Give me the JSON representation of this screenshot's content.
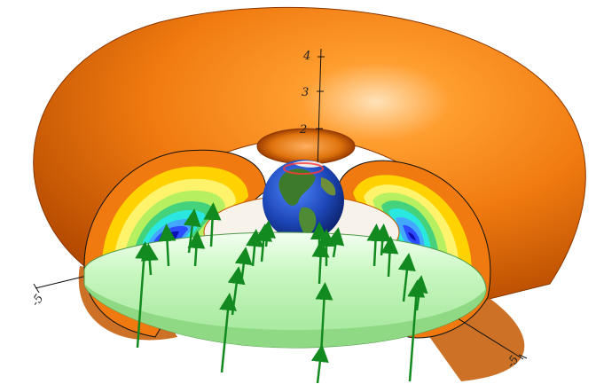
{
  "scene": {
    "z_axis_ticks": [
      "4",
      "3",
      "2"
    ],
    "x_axis_tick": "-5",
    "y_axis_tick": "-5",
    "arrow_count": 24,
    "colors": {
      "torus": "#f07a10",
      "torus_highlight": "#ffd6a0",
      "torus_shadow": "#a63f00",
      "cut_face_bands": [
        "#f07a10",
        "#ffd200",
        "#fff36b",
        "#b6ef60",
        "#44d27d",
        "#2ae7e0",
        "#43a8ff",
        "#2b4cff",
        "#0d10b0"
      ],
      "disk": "#a9f0a0",
      "disk_highlight": "#f2fff0",
      "arrows": "#138a1f",
      "earth_ocean": "#1d47b8",
      "earth_land": "#3d7a2c",
      "axis_lines": "#111111"
    },
    "icons": [
      "earth-globe-icon",
      "arrow-icon"
    ]
  }
}
